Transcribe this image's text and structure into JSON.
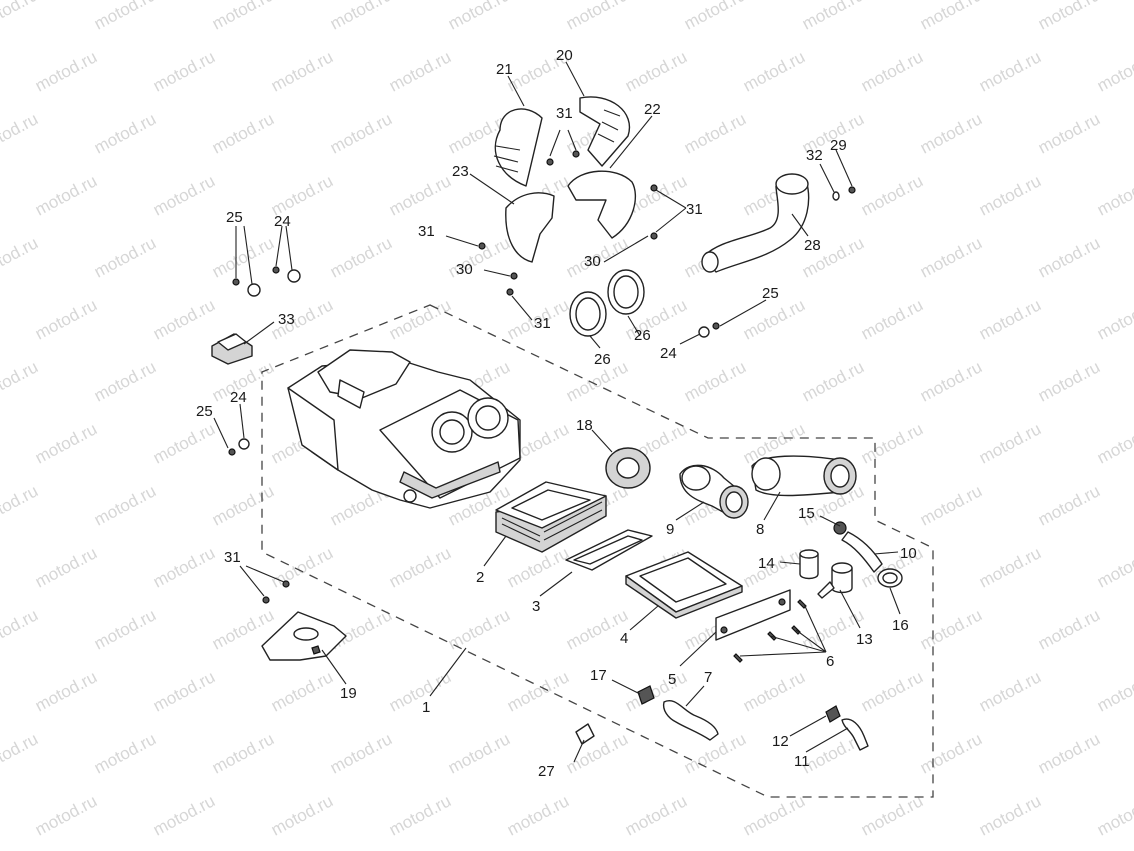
{
  "watermark": {
    "text": "motod.ru",
    "color": "#d6d6d6"
  },
  "callouts": [
    {
      "id": "c1",
      "label": "1"
    },
    {
      "id": "c2",
      "label": "2"
    },
    {
      "id": "c3",
      "label": "3"
    },
    {
      "id": "c4",
      "label": "4"
    },
    {
      "id": "c5",
      "label": "5"
    },
    {
      "id": "c6",
      "label": "6"
    },
    {
      "id": "c7",
      "label": "7"
    },
    {
      "id": "c8",
      "label": "8"
    },
    {
      "id": "c9",
      "label": "9"
    },
    {
      "id": "c10",
      "label": "10"
    },
    {
      "id": "c11",
      "label": "11"
    },
    {
      "id": "c12",
      "label": "12"
    },
    {
      "id": "c13",
      "label": "13"
    },
    {
      "id": "c14",
      "label": "14"
    },
    {
      "id": "c15",
      "label": "15"
    },
    {
      "id": "c16",
      "label": "16"
    },
    {
      "id": "c17",
      "label": "17"
    },
    {
      "id": "c18",
      "label": "18"
    },
    {
      "id": "c19",
      "label": "19"
    },
    {
      "id": "c20",
      "label": "20"
    },
    {
      "id": "c21",
      "label": "21"
    },
    {
      "id": "c22",
      "label": "22"
    },
    {
      "id": "c23",
      "label": "23"
    },
    {
      "id": "c24a",
      "label": "24"
    },
    {
      "id": "c24b",
      "label": "24"
    },
    {
      "id": "c24c",
      "label": "24"
    },
    {
      "id": "c25a",
      "label": "25"
    },
    {
      "id": "c25b",
      "label": "25"
    },
    {
      "id": "c25c",
      "label": "25"
    },
    {
      "id": "c26a",
      "label": "26"
    },
    {
      "id": "c26b",
      "label": "26"
    },
    {
      "id": "c27",
      "label": "27"
    },
    {
      "id": "c28",
      "label": "28"
    },
    {
      "id": "c29",
      "label": "29"
    },
    {
      "id": "c30a",
      "label": "30"
    },
    {
      "id": "c30b",
      "label": "30"
    },
    {
      "id": "c31a",
      "label": "31"
    },
    {
      "id": "c31b",
      "label": "31"
    },
    {
      "id": "c31c",
      "label": "31"
    },
    {
      "id": "c31d",
      "label": "31"
    },
    {
      "id": "c31e",
      "label": "31"
    },
    {
      "id": "c32",
      "label": "32"
    },
    {
      "id": "c33",
      "label": "33"
    }
  ]
}
